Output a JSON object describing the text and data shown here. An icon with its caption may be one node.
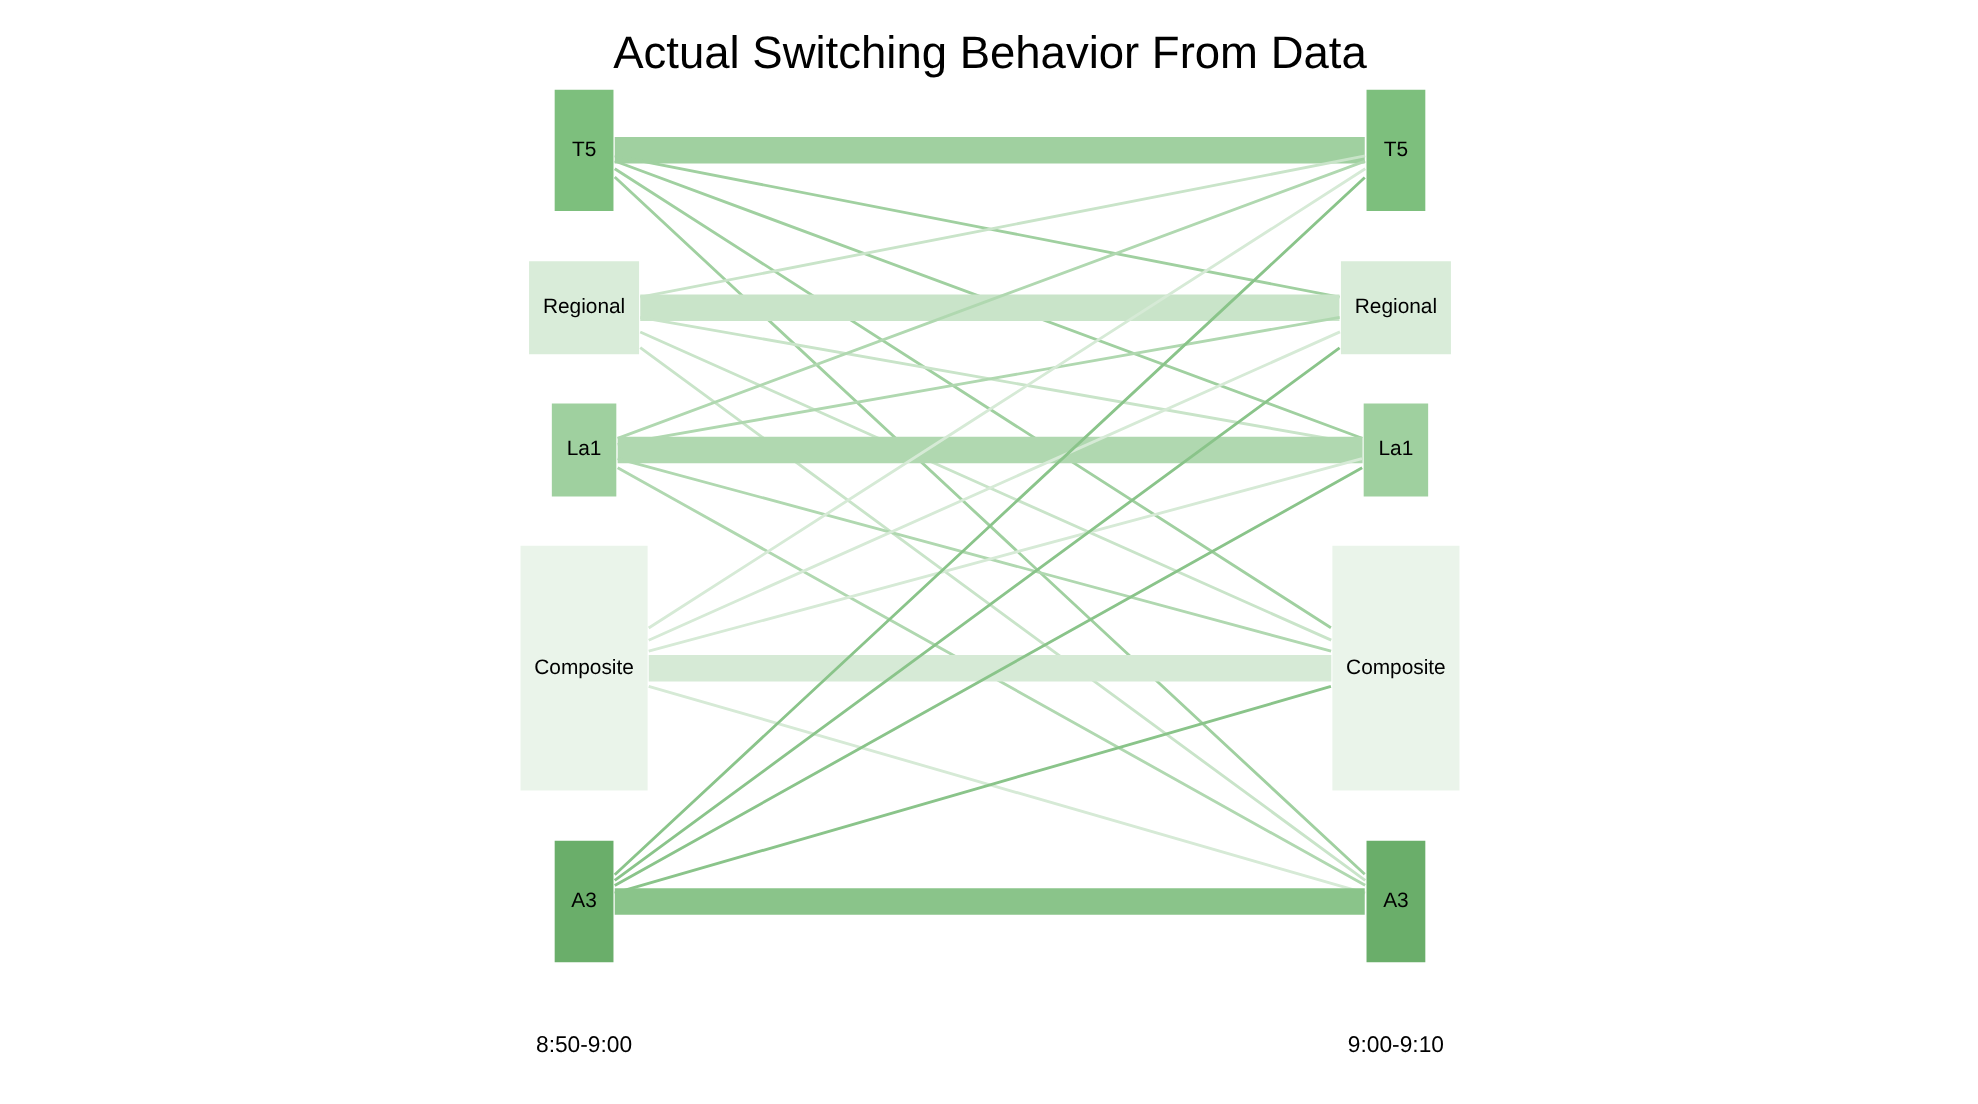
{
  "diagram": {
    "title": "Actual Switching Behavior From Data",
    "nodes": [
      {
        "text": [
          "T5"
        ]
      },
      {
        "text": [
          "Regional"
        ]
      },
      {
        "text": [
          "La1"
        ]
      },
      {
        "text": [
          "Composite"
        ]
      },
      {
        "text": [
          "A3"
        ]
      },
      {
        "text": [
          "T5"
        ]
      },
      {
        "text": [
          "Regional"
        ]
      },
      {
        "text": [
          "La1"
        ]
      },
      {
        "text": [
          "Composite"
        ]
      },
      {
        "text": [
          "A3"
        ]
      }
    ],
    "edges": [
      {
        "from": 0,
        "to": 5,
        "arrow": "none",
        "style": "thick",
        "color": "#a0d0a0"
      },
      {
        "from": 0,
        "to": 6,
        "arrow": "none",
        "color": "#a0d0a0"
      },
      {
        "from": 0,
        "to": 7,
        "arrow": "none",
        "color": "#a0d0a0"
      },
      {
        "from": 0,
        "to": 8,
        "arrow": "none",
        "color": "#a0d0a0"
      },
      {
        "from": 0,
        "to": 9,
        "arrow": "none",
        "color": "#a0d0a0"
      },
      {
        "from": 1,
        "to": 5,
        "arrow": "none",
        "color": "#c9e4c9"
      },
      {
        "from": 1,
        "to": 6,
        "arrow": "none",
        "style": "thick",
        "color": "#c9e4c9"
      },
      {
        "from": 1,
        "to": 7,
        "arrow": "none",
        "color": "#c9e4c9"
      },
      {
        "from": 1,
        "to": 8,
        "arrow": "none",
        "color": "#c9e4c9"
      },
      {
        "from": 1,
        "to": 9,
        "arrow": "none",
        "color": "#c9e4c9"
      },
      {
        "from": 2,
        "to": 5,
        "arrow": "none",
        "color": "#b0d8b0"
      },
      {
        "from": 2,
        "to": 6,
        "arrow": "none",
        "color": "#b0d8b0"
      },
      {
        "from": 2,
        "to": 7,
        "arrow": "none",
        "style": "thick",
        "color": "#b0d8b0"
      },
      {
        "from": 2,
        "to": 8,
        "arrow": "none",
        "color": "#b0d8b0"
      },
      {
        "from": 2,
        "to": 9,
        "arrow": "none",
        "color": "#b0d8b0"
      },
      {
        "from": 3,
        "to": 5,
        "arrow": "none",
        "color": "#d6ead6"
      },
      {
        "from": 3,
        "to": 6,
        "arrow": "none",
        "color": "#d6ead6"
      },
      {
        "from": 3,
        "to": 7,
        "arrow": "none",
        "color": "#d6ead6"
      },
      {
        "from": 3,
        "to": 8,
        "arrow": "none",
        "style": "thick",
        "color": "#d6ead6"
      },
      {
        "from": 3,
        "to": 9,
        "arrow": "none",
        "color": "#d6ead6"
      },
      {
        "from": 4,
        "to": 5,
        "arrow": "none",
        "color": "#8ac48a"
      },
      {
        "from": 4,
        "to": 6,
        "arrow": "none",
        "color": "#8ac48a"
      },
      {
        "from": 4,
        "to": 7,
        "arrow": "none",
        "color": "#8ac48a"
      },
      {
        "from": 4,
        "to": 8,
        "arrow": "none",
        "color": "#8ac48a"
      },
      {
        "from": 4,
        "to": 9,
        "arrow": "none",
        "style": "thick",
        "color": "#8ac48a"
      }
    ],
    "labels": [
      "8:50-9:00",
      "9:00-9:10"
    ]
  }
}
